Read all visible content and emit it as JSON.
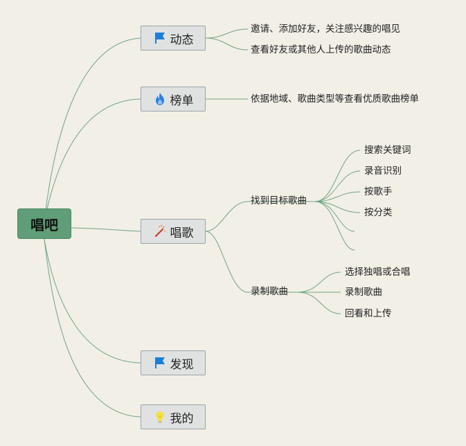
{
  "root": {
    "label": "唱吧"
  },
  "branches": [
    {
      "label": "动态",
      "icon": "blue-flag-icon",
      "leaves": [
        "邀请、添加好友，关注感兴趣的唱见",
        "查看好友或其他人上传的歌曲动态"
      ]
    },
    {
      "label": "榜单",
      "icon": "fire-icon",
      "leaves": [
        "依据地域、歌曲类型等查看优质歌曲榜单"
      ]
    },
    {
      "label": "唱歌",
      "icon": "magic-wand-icon",
      "sub": [
        {
          "label": "找到目标歌曲",
          "leaves": [
            "搜索关键词",
            "录音识别",
            "按歌手",
            "按分类",
            "",
            ""
          ]
        },
        {
          "label": "录制歌曲",
          "leaves": [
            "选择独唱或合唱",
            "录制歌曲",
            "回看和上传"
          ]
        }
      ]
    },
    {
      "label": "发现",
      "icon": "blue-flag-icon"
    },
    {
      "label": "我的",
      "icon": "lightbulb-icon"
    }
  ],
  "colors": {
    "background": "#f2efe6",
    "root": "#5f9e78",
    "connector": "#6fa487",
    "branch_fill": "#dfe2e1",
    "flag": "#1e7fd8"
  }
}
